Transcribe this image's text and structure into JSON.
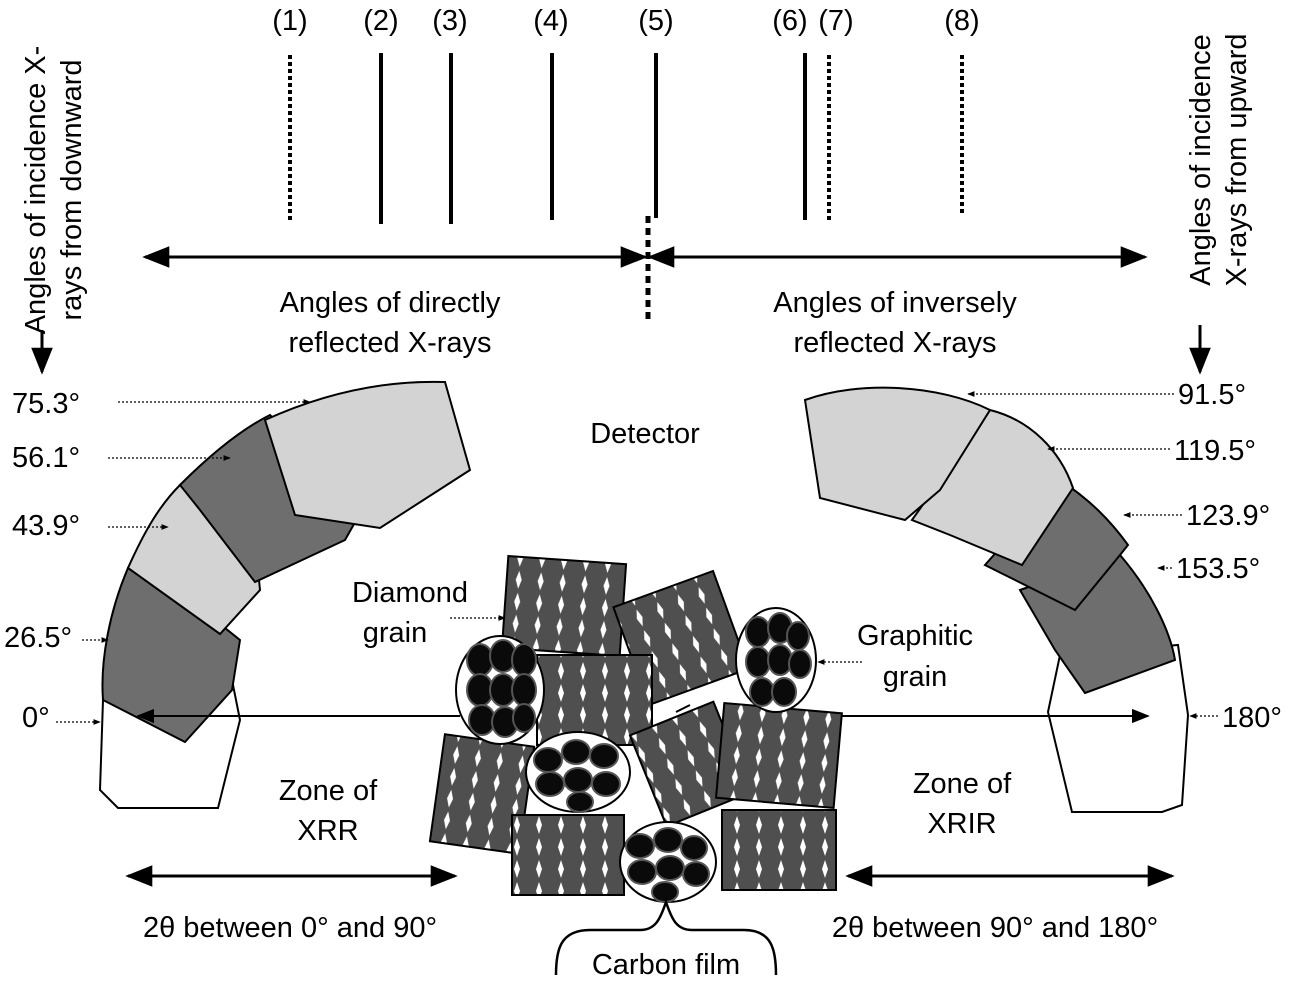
{
  "line_labels": [
    "(1)",
    "(2)",
    "(3)",
    "(4)",
    "(5)",
    "(6)",
    "(7)",
    "(8)"
  ],
  "direct": {
    "line1": "Angles of directly",
    "line2": "reflected X-rays"
  },
  "inverse": {
    "line1": "Angles of inversely",
    "line2": "reflected X-rays"
  },
  "incidence_down": {
    "line1": "Angles of incidence X-",
    "line2": "rays from downward"
  },
  "incidence_up": {
    "line1": "Angles of incidence",
    "line2": "X-rays from upward"
  },
  "detector": "Detector",
  "left_angles": [
    "75.3°",
    "56.1°",
    "43.9°",
    "26.5°",
    "0°"
  ],
  "right_angles": [
    "91.5°",
    "119.5°",
    "123.9°",
    "153.5°",
    "180°"
  ],
  "diamond": {
    "line1": "Diamond",
    "line2": "grain"
  },
  "graphitic": {
    "line1": "Graphitic",
    "line2": "grain"
  },
  "zone_xrr": {
    "line1": "Zone of",
    "line2": "XRR"
  },
  "zone_xrir": {
    "line1": "Zone of",
    "line2": "XRIR"
  },
  "range_left": "2θ between 0° and 90°",
  "range_right": "2θ between 90° and 180°",
  "carbon_film": "Carbon film",
  "colors": {
    "light_gray": "#d3d3d3",
    "dark_gray": "#6e6e6e",
    "grain_fill": "#4d4d4d",
    "graphite_fill": "#0a0a0a"
  }
}
